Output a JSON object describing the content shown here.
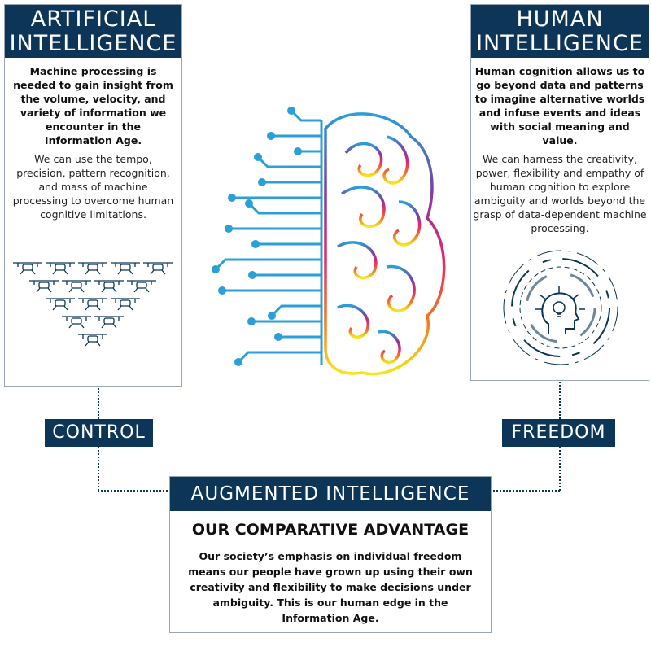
{
  "ai": {
    "title_line1": "ARTIFICIAL",
    "title_line2": "INTELLIGENCE",
    "bold_text": "Machine processing is needed to gain insight from the volume, velocity, and variety of information we encounter in the Information Age.",
    "body_text": "We can use the tempo, precision, pattern recognition, and mass of machine processing to overcome human cognitive limitations."
  },
  "hi": {
    "title_line1": "HUMAN",
    "title_line2": "INTELLIGENCE",
    "bold_text": "Human cognition allows us to go beyond data and patterns to imagine alternative worlds and infuse events and ideas with social meaning and value.",
    "body_text": "We can harness the creativity, power, flexibility and empathy of human cognition to explore ambiguity and worlds beyond the grasp of data-dependent machine processing."
  },
  "labels": {
    "control": "CONTROL",
    "freedom": "FREEDOM"
  },
  "augmented": {
    "title": "AUGMENTED INTELLIGENCE",
    "subtitle": "OUR COMPARATIVE ADVANTAGE",
    "body_text": "Our society’s emphasis on individual freedom means our people have grown up using their own creativity and flexibility to make decisions under ambiguity. This is our human edge in the Information Age."
  },
  "colors": {
    "navy": "#0d3557",
    "circuit": "#2a9fd8"
  }
}
